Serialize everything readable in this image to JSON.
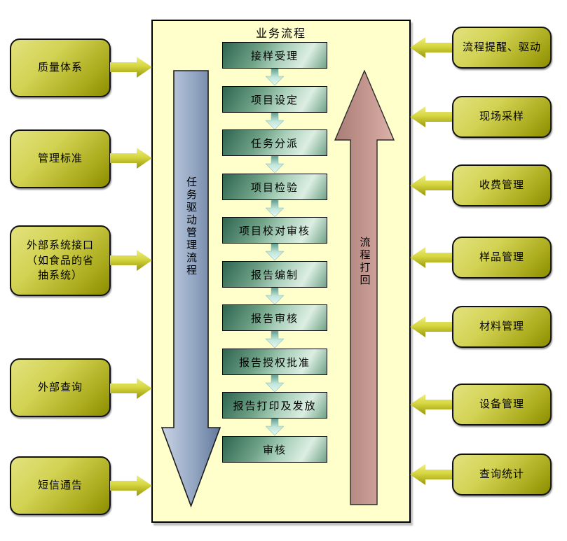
{
  "panel": {
    "title": "业务流程"
  },
  "flow": {
    "down_arrow_label": "任务驱动管理流程",
    "up_arrow_label": "流程打回",
    "steps": [
      {
        "label": "接样受理"
      },
      {
        "label": "项目设定"
      },
      {
        "label": "任务分派"
      },
      {
        "label": "项目检验"
      },
      {
        "label": "项目校对审核"
      },
      {
        "label": "报告编制"
      },
      {
        "label": "报告审核"
      },
      {
        "label": "报告授权批准"
      },
      {
        "label": "报告打印及发放"
      },
      {
        "label": "审核"
      }
    ]
  },
  "left_modules": [
    {
      "label": "质量体系"
    },
    {
      "label": "管理标准"
    },
    {
      "label": "外部系统接口\n（如食品的省\n抽系统）"
    },
    {
      "label": "外部查询"
    },
    {
      "label": "短信通告"
    }
  ],
  "right_modules": [
    {
      "label": "流程提醒、驱动"
    },
    {
      "label": "现场采样"
    },
    {
      "label": "收费管理"
    },
    {
      "label": "样品管理"
    },
    {
      "label": "材料管理"
    },
    {
      "label": "设备管理"
    },
    {
      "label": "查询统计"
    }
  ],
  "colors": {
    "panel_bg": "#FFFFCC",
    "step_green_dark": "#2E6450",
    "step_green_light": "#DCEEE2",
    "module_olive_light": "#E2E27E",
    "module_olive_dark": "#8C8C00",
    "down_arrow_blue_light": "#C9D4E5",
    "down_arrow_blue_dark": "#64799C",
    "up_arrow_pink_dark": "#A87D76",
    "up_arrow_pink_light": "#DCB2A9",
    "connector_teal": "#BFE5DA",
    "side_arrow_yellow_light": "#EDED86",
    "side_arrow_yellow_dark": "#96960A"
  }
}
